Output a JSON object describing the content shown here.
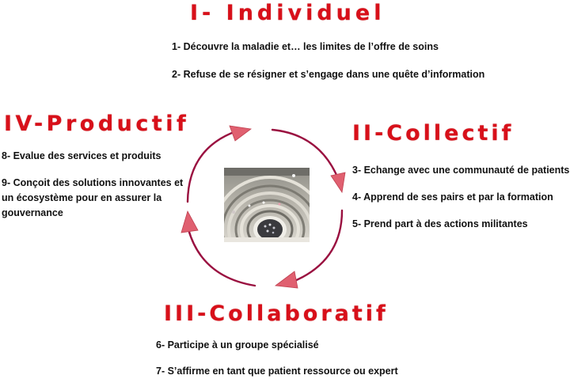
{
  "stages": [
    {
      "id": "individuel",
      "title": "I- Individuel",
      "items": [
        "1- Découvre la maladie et… les limites de l’offre de soins",
        "2- Refuse de se résigner et s’engage dans une quête d’information"
      ]
    },
    {
      "id": "collectif",
      "title": "II-Collectif",
      "items": [
        "3- Echange avec une communauté de patients",
        "4- Apprend de ses pairs et par la formation",
        "5- Prend part à des actions militantes"
      ]
    },
    {
      "id": "collaboratif",
      "title": "III-Collaboratif",
      "items": [
        "6- Participe à un groupe spécialisé",
        "7- S’affirme en tant que patient ressource ou expert"
      ]
    },
    {
      "id": "productif",
      "title": "IV-Productif",
      "items": [
        "8- Evalue des services et produits",
        "9- Conçoit des solutions innovantes et un écosystème pour en assurer la gouvernance"
      ]
    }
  ],
  "center_image": {
    "subject": "spiral-staircase-photo"
  },
  "cycle": {
    "direction": "clockwise",
    "arrow_count": 4
  },
  "colors": {
    "heading": "#d8101a",
    "text": "#111111",
    "arrow_stroke": "#9a1040",
    "arrow_head": "#e06070",
    "background": "#ffffff"
  }
}
